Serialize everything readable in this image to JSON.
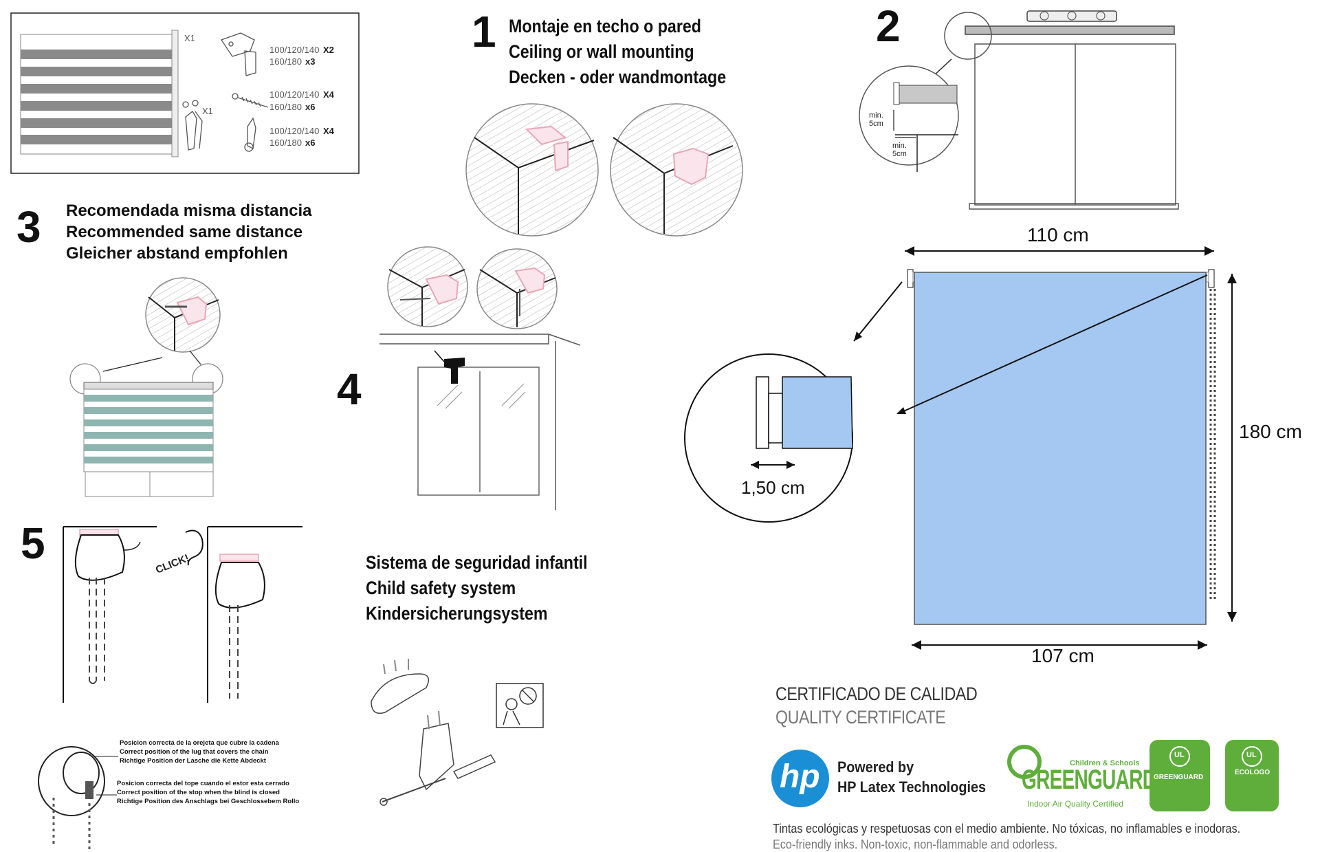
{
  "parts_box": {
    "qty_blind": "X1",
    "bracket_qty_a": "100/120/140",
    "bracket_qty_a_x": "X2",
    "bracket_qty_b": "160/180",
    "bracket_qty_b_x": "x3",
    "screw_qty_a": "100/120/140",
    "screw_qty_a_x": "X4",
    "screw_qty_b": "160/180",
    "screw_qty_b_x": "x6",
    "plug_qty_a": "100/120/140",
    "plug_qty_a_x": "X4",
    "plug_qty_b": "160/180",
    "plug_qty_b_x": "x6",
    "clip_qty": "X1"
  },
  "step1": {
    "number": "1",
    "lines": [
      "Montaje en techo o pared",
      "Ceiling or wall mounting",
      "Decken - oder wandmontage"
    ]
  },
  "step2": {
    "number": "2",
    "min_vertical": "min. 5cm",
    "min_horizontal": "min. 5cm"
  },
  "step3": {
    "number": "3",
    "lines": [
      "Recomendada misma distancia",
      "Recommended same distance",
      "Gleicher abstand empfohlen"
    ]
  },
  "step4": {
    "number": "4"
  },
  "step5": {
    "number": "5",
    "click": "CLICK!"
  },
  "safety": {
    "lines": [
      "Sistema de seguridad infantil",
      "Child safety system",
      "Kindersicherungsystem"
    ]
  },
  "chain_notes": {
    "lug": [
      "Posicion correcta de la orejeta que cubre la cadena",
      "Correct position of the lug that covers the chain",
      "Richtige Position der Lasche die Kette Abdeckt"
    ],
    "stop": [
      "Posicion correcta del tope cuando el estor esta cerrado",
      "Correct position of the stop when the blind is closed",
      "Richtige Position des Anschlags bei Geschlossebem Rollo"
    ]
  },
  "dimensions": {
    "total_width": "110 cm",
    "fabric_width": "107 cm",
    "height": "180 cm",
    "side_gap": "1,50 cm"
  },
  "certificate": {
    "title_es": "CERTIFICADO DE CALIDAD",
    "title_en": "QUALITY CERTIFICATE",
    "hp_logo": "hp",
    "hp_line1": "Powered by",
    "hp_line2": "HP Latex Technologies",
    "greenguard_top": "Children & Schools",
    "greenguard_name": "GREENGUARD",
    "greenguard_sub": "Indoor Air Quality Certified",
    "ul_badge1": "GREENGUARD",
    "ul_badge2": "ECOLOGO",
    "ul_mark": "UL",
    "footer_es": "Tintas ecológicas y respetuosas con el medio ambiente. No tóxicas, no inflamables e inodoras.",
    "footer_en": "Eco-friendly inks. Non-toxic, non-flammable and odorless."
  },
  "colors": {
    "fabric_blue": "#a4c8f2",
    "greenguard_green": "#5fae3c",
    "hp_blue": "#1a8fd6",
    "bracket_pink": "#e7a7b8",
    "zebra_grey": "#8a8a8a",
    "zebra_teal": "#8fb5b0"
  }
}
